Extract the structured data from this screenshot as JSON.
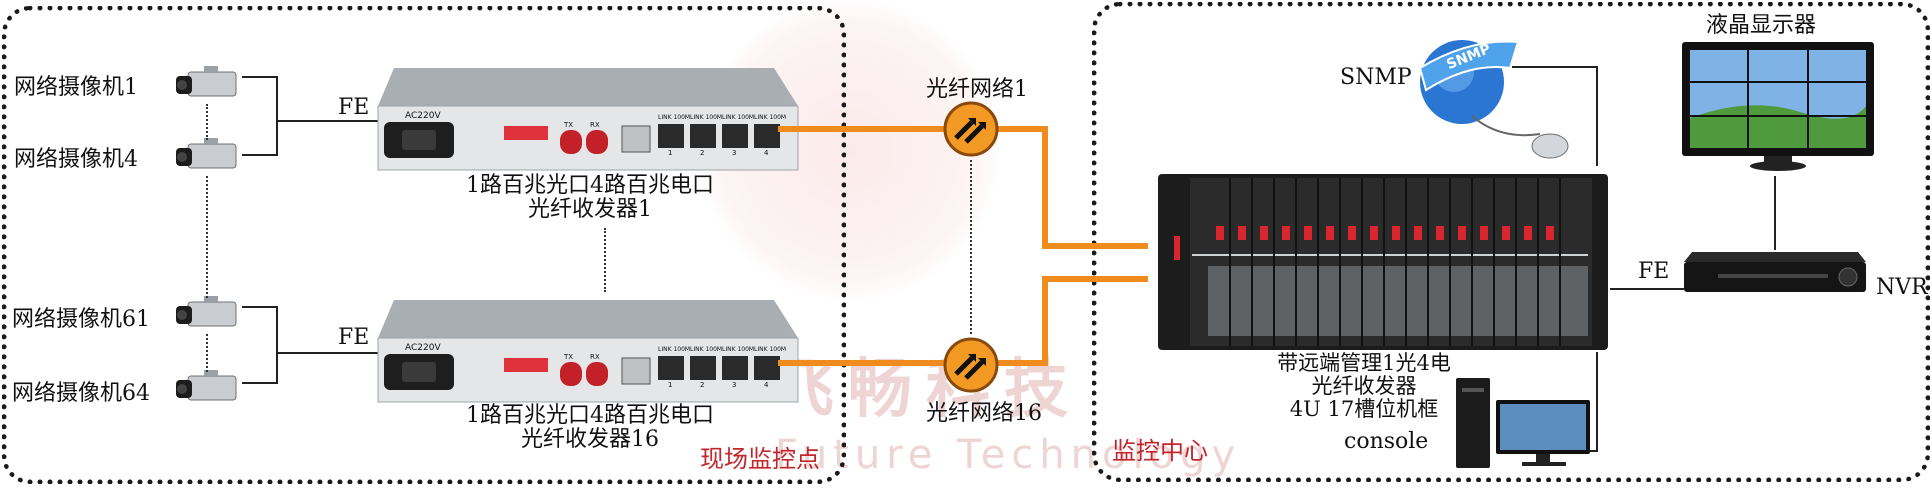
{
  "site_zone": {
    "label": "现场监控点",
    "cameras": [
      {
        "label": "网络摄像机1"
      },
      {
        "label": "网络摄像机4"
      },
      {
        "label": "网络摄像机61"
      },
      {
        "label": "网络摄像机64"
      }
    ],
    "fe_label": "FE",
    "transceivers": [
      {
        "power_label": "AC220V",
        "port_labels": [
          "LINK 100M",
          "LINK 100M",
          "LINK 100M",
          "LINK 100M"
        ],
        "port_numbers": [
          "1",
          "2",
          "3",
          "4"
        ],
        "tx": "TX",
        "rx": "RX",
        "caption_line1": "1路百兆光口4路百兆电口",
        "caption_line2": "光纤收发器1"
      },
      {
        "power_label": "AC220V",
        "port_labels": [
          "LINK 100M",
          "LINK 100M",
          "LINK 100M",
          "LINK 100M"
        ],
        "port_numbers": [
          "1",
          "2",
          "3",
          "4"
        ],
        "tx": "TX",
        "rx": "RX",
        "caption_line1": "1路百兆光口4路百兆电口",
        "caption_line2": "光纤收发器16"
      }
    ]
  },
  "networks": [
    {
      "label": "光纤网络1"
    },
    {
      "label": "光纤网络16"
    }
  ],
  "center_zone": {
    "label": "监控中心",
    "snmp_label": "SNMP",
    "globe_text": "SNMP",
    "monitor_label": "液晶显示器",
    "nvr_label": "NVR",
    "fe_label": "FE",
    "chassis_line1": "带远端管理1光4电",
    "chassis_line2": "光纤收发器",
    "chassis_line3": "4U 17槽位机框",
    "console_label": "console"
  },
  "watermark": {
    "text_cn": "飞畅科技",
    "text_en": "Future Technology"
  },
  "colors": {
    "fiber": "#f08c1e",
    "accent_text": "#c0262c",
    "zone_border": "#1a1a1a"
  }
}
